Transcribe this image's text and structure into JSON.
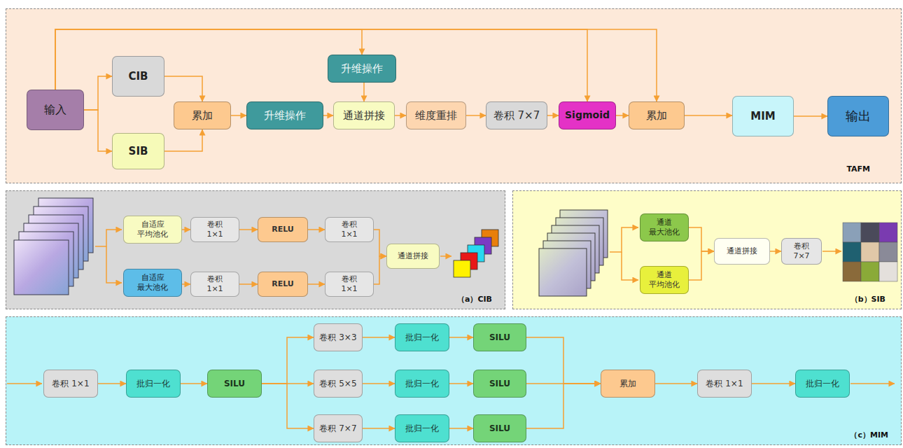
{
  "diagram": {
    "nodes": [
      {
        "text": [
          "TAFM"
        ]
      },
      {
        "text": [
          "输入"
        ],
        "in": 0
      },
      {
        "text": [
          "CIB"
        ],
        "in": 0
      },
      {
        "text": [
          "SIB"
        ],
        "in": 0
      },
      {
        "text": [
          "累加"
        ],
        "in": 0
      },
      {
        "text": [
          "升维操作"
        ],
        "in": 0
      },
      {
        "text": [
          "升维操作"
        ],
        "in": 0
      },
      {
        "text": [
          "通道拼接"
        ],
        "in": 0
      },
      {
        "text": [
          "维度重排"
        ],
        "in": 0
      },
      {
        "text": [
          "卷积 7×7"
        ],
        "in": 0
      },
      {
        "text": [
          "Sigmoid"
        ],
        "in": 0
      },
      {
        "text": [
          "累加"
        ],
        "in": 0
      },
      {
        "text": [
          "MIM"
        ],
        "in": 0
      },
      {
        "text": [
          "输出"
        ],
        "in": 0
      },
      {
        "text": [
          "（a）CIB"
        ]
      },
      {
        "text": [
          "自适应 平均池化"
        ],
        "in": 14
      },
      {
        "text": [
          "卷积 1×1"
        ],
        "in": 14
      },
      {
        "text": [
          "RELU"
        ],
        "in": 14
      },
      {
        "text": [
          "卷积 1×1"
        ],
        "in": 14
      },
      {
        "text": [
          "自适应 最大池化"
        ],
        "in": 14
      },
      {
        "text": [
          "卷积 1×1"
        ],
        "in": 14
      },
      {
        "text": [
          "RELU"
        ],
        "in": 14
      },
      {
        "text": [
          "卷积 1×1"
        ],
        "in": 14
      },
      {
        "text": [
          "通道拼接"
        ],
        "in": 14
      },
      {
        "text": [
          "（b）SIB"
        ]
      },
      {
        "text": [
          "通道 最大池化"
        ],
        "in": 24
      },
      {
        "text": [
          "通道 平均池化"
        ],
        "in": 24
      },
      {
        "text": [
          "通道拼接"
        ],
        "in": 24
      },
      {
        "text": [
          "卷积 7×7"
        ],
        "in": 24
      },
      {
        "text": [
          "（c）MIM"
        ]
      },
      {
        "text": [
          "卷积 1×1"
        ],
        "in": 29
      },
      {
        "text": [
          "批归一化"
        ],
        "in": 29
      },
      {
        "text": [
          "SILU"
        ],
        "in": 29
      },
      {
        "text": [
          "卷积 3×3"
        ],
        "in": 29
      },
      {
        "text": [
          "批归一化"
        ],
        "in": 29
      },
      {
        "text": [
          "SILU"
        ],
        "in": 29
      },
      {
        "text": [
          "卷积 5×5"
        ],
        "in": 29
      },
      {
        "text": [
          "批归一化"
        ],
        "in": 29
      },
      {
        "text": [
          "SILU"
        ],
        "in": 29
      },
      {
        "text": [
          "卷积 7×7"
        ],
        "in": 29
      },
      {
        "text": [
          "批归一化"
        ],
        "in": 29
      },
      {
        "text": [
          "SILU"
        ],
        "in": 29
      },
      {
        "text": [
          "累加"
        ],
        "in": 29
      },
      {
        "text": [
          "卷积 1×1"
        ],
        "in": 29
      },
      {
        "text": [
          "批归一化"
        ],
        "in": 29
      }
    ],
    "edges": [
      {
        "from": 1,
        "to": 2,
        "arrow": "to"
      },
      {
        "from": 1,
        "to": 3,
        "arrow": "to"
      },
      {
        "from": 2,
        "to": 4,
        "arrow": "to"
      },
      {
        "from": 3,
        "to": 4,
        "arrow": "to"
      },
      {
        "from": 4,
        "to": 5,
        "arrow": "to"
      },
      {
        "from": 5,
        "to": 7,
        "arrow": "to"
      },
      {
        "from": 6,
        "to": 7,
        "arrow": "to"
      },
      {
        "from": 1,
        "to": 6,
        "arrow": "to"
      },
      {
        "from": 1,
        "to": 10,
        "arrow": "to"
      },
      {
        "from": 1,
        "to": 11,
        "arrow": "to"
      },
      {
        "from": 7,
        "to": 8,
        "arrow": "to"
      },
      {
        "from": 8,
        "to": 9,
        "arrow": "to"
      },
      {
        "from": 9,
        "to": 10,
        "arrow": "to"
      },
      {
        "from": 10,
        "to": 11,
        "arrow": "to"
      },
      {
        "from": 11,
        "to": 12,
        "arrow": "to"
      },
      {
        "from": 12,
        "to": 13,
        "arrow": "to"
      },
      {
        "from": 15,
        "to": 16,
        "arrow": "to"
      },
      {
        "from": 16,
        "to": 17,
        "arrow": "to"
      },
      {
        "from": 17,
        "to": 18,
        "arrow": "to"
      },
      {
        "from": 19,
        "to": 20,
        "arrow": "to"
      },
      {
        "from": 20,
        "to": 21,
        "arrow": "to"
      },
      {
        "from": 21,
        "to": 22,
        "arrow": "to"
      },
      {
        "from": 18,
        "to": 23,
        "arrow": "to"
      },
      {
        "from": 22,
        "to": 23,
        "arrow": "to"
      },
      {
        "from": 25,
        "to": 27,
        "arrow": "to"
      },
      {
        "from": 26,
        "to": 27,
        "arrow": "to"
      },
      {
        "from": 27,
        "to": 28,
        "arrow": "to"
      },
      {
        "from": 30,
        "to": 31,
        "arrow": "to"
      },
      {
        "from": 31,
        "to": 32,
        "arrow": "to"
      },
      {
        "from": 32,
        "to": 33,
        "arrow": "to"
      },
      {
        "from": 32,
        "to": 36,
        "arrow": "to"
      },
      {
        "from": 32,
        "to": 39,
        "arrow": "to"
      },
      {
        "from": 33,
        "to": 34,
        "arrow": "to"
      },
      {
        "from": 34,
        "to": 35,
        "arrow": "to"
      },
      {
        "from": 36,
        "to": 37,
        "arrow": "to"
      },
      {
        "from": 37,
        "to": 38,
        "arrow": "to"
      },
      {
        "from": 39,
        "to": 40,
        "arrow": "to"
      },
      {
        "from": 40,
        "to": 41,
        "arrow": "to"
      },
      {
        "from": 35,
        "to": 42,
        "arrow": "to"
      },
      {
        "from": 38,
        "to": 42,
        "arrow": "to"
      },
      {
        "from": 41,
        "to": 42,
        "arrow": "to"
      },
      {
        "from": 42,
        "to": 43,
        "arrow": "to"
      },
      {
        "from": 43,
        "to": 44,
        "arrow": "to"
      }
    ]
  }
}
